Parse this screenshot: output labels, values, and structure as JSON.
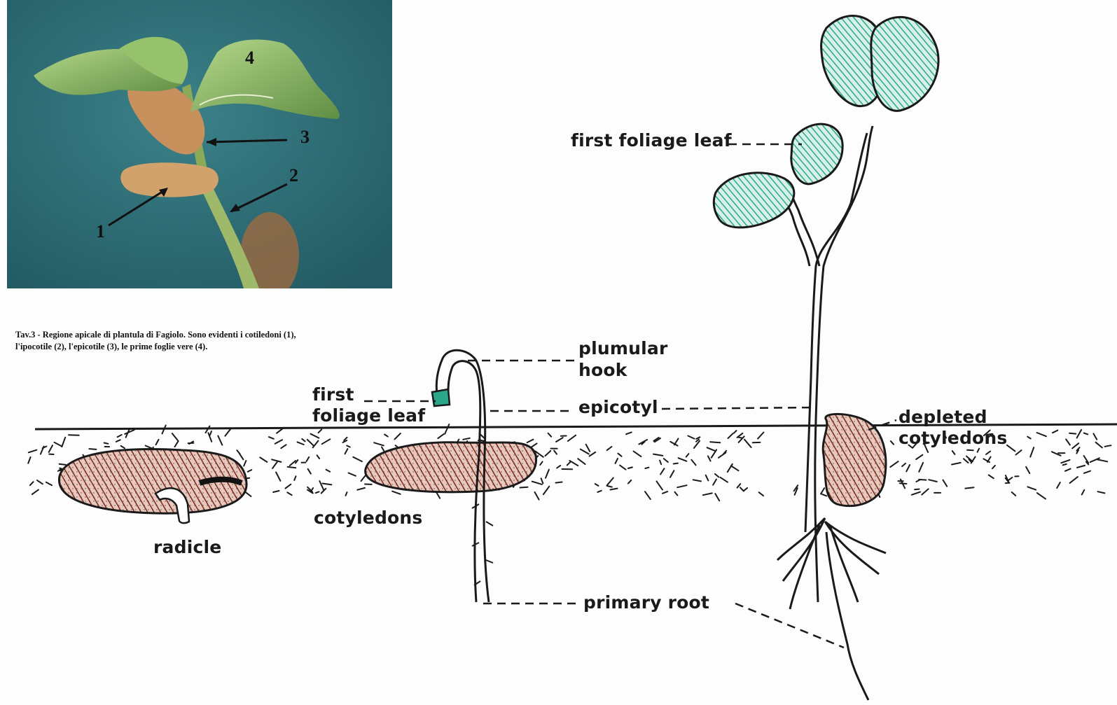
{
  "photo": {
    "numbers": [
      "1",
      "2",
      "3",
      "4"
    ],
    "caption_line1": "Tav.3 - Regione apicale di plantula di Fagiolo. Sono evidenti i cotiledoni (1),",
    "caption_line2": "l'ipocotile (2), l'epicotile (3), le prime foglie vere (4)."
  },
  "diagram": {
    "labels": {
      "radicle": "radicle",
      "cotyledons": "cotyledons",
      "first_foliage_leaf_small_line1": "first",
      "first_foliage_leaf_small_line2": "foliage leaf",
      "plumular_hook_line1": "plumular",
      "plumular_hook_line2": "hook",
      "epicotyl": "epicotyl",
      "primary_root": "primary root",
      "first_foliage_leaf_large": "first foliage leaf",
      "depleted_cotyledons_line1": "depleted",
      "depleted_cotyledons_line2": "cotyledons"
    }
  },
  "colors": {
    "photo_background": "#2f6f78",
    "leaf_green": "#7fb062",
    "cotyledon_tan": "#c99a64",
    "drawing_teal": "#2aa88a",
    "drawing_brown": "#7b2a1e",
    "ink": "#1a1a1a"
  }
}
